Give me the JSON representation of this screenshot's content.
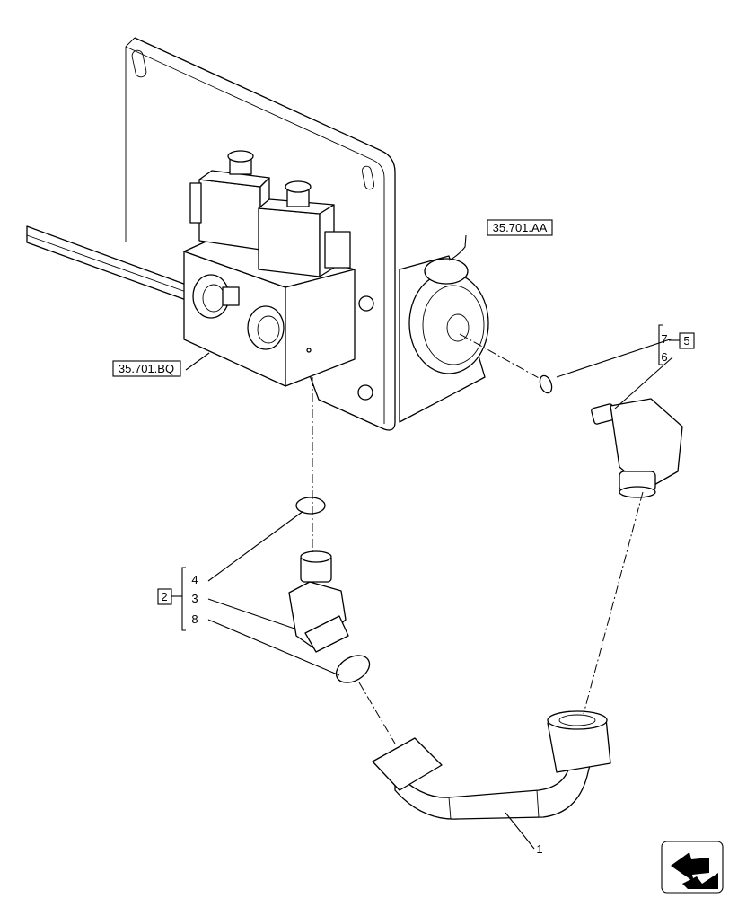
{
  "references": {
    "ref_aa": "35.701.AA",
    "ref_bq": "35.701.BQ"
  },
  "groups": {
    "group_upper": "5",
    "group_lower": "2"
  },
  "callouts": {
    "item_1": "1",
    "item_3": "3",
    "item_4": "4",
    "item_6": "6",
    "item_7": "7",
    "item_8": "8"
  },
  "icons": {
    "nav": "navigation-arrow-icon"
  }
}
